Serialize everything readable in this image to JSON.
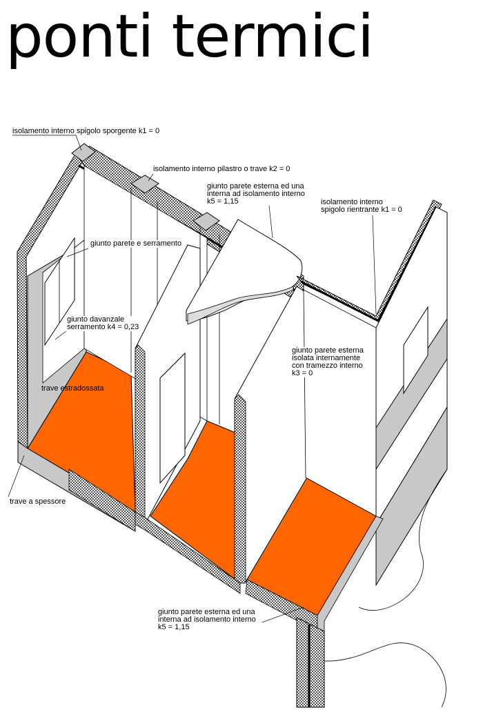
{
  "title": "ponti termici",
  "labels": {
    "k1_spigolo_sporgente": "isolamento interno spigolo sporgente k1 = 0",
    "k2_pilastro": "isolamento interno pilastro o trave k2 = 0",
    "k5_top": "giunto parete esterna ed una\ninterna ad isolamento interno\nk5 = 1,15",
    "k1_spigolo_rientrante": "isolamento interno\nspigolo rientrante k1 = 0",
    "giunto_serramento": "giunto parete e serramento",
    "k4_davanzale": "giunto davanzale\nserramento k4 = 0,23",
    "k3_tramezzo": "giunto parete esterna\nisolata internamente\ncon tramezzo interno\nk3 = 0",
    "trave_estradossata": "trave estradossata",
    "trave_spessore": "trave a spessore",
    "k5_bottom": "giunto parete esterna ed una\ninterna ad isolamento interno\nk5 = 1,15"
  },
  "colors": {
    "floor": "#ff6600",
    "wall": "#ffffff",
    "shade": "#c8c8c8",
    "insulation": "#7a7a7a",
    "line": "#000000"
  }
}
